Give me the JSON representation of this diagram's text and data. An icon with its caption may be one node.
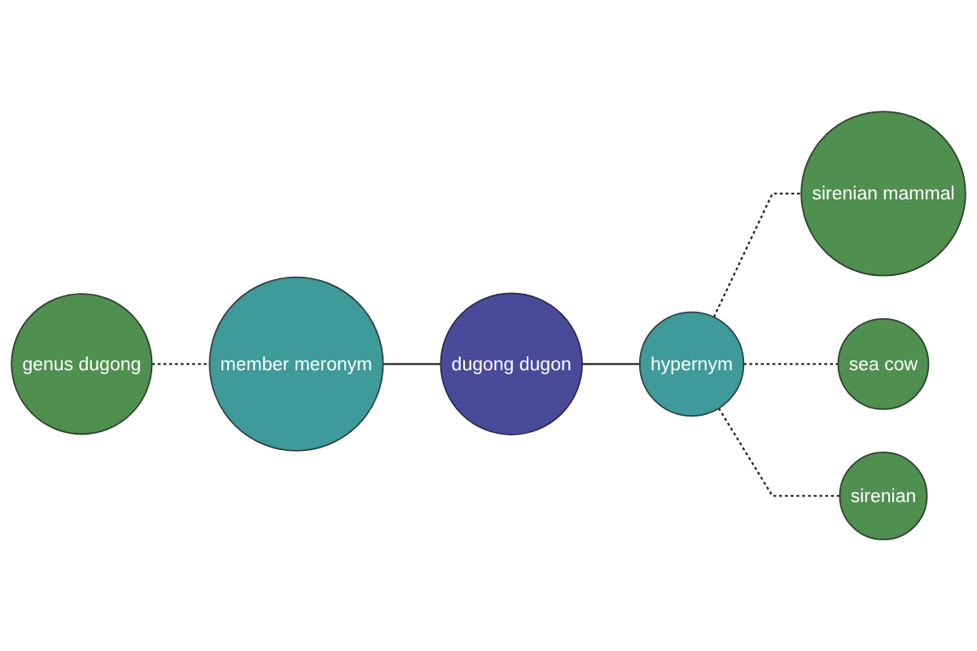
{
  "diagram": {
    "nodes": [
      {
        "text": [
          "sirenian mammal"
        ]
      },
      {
        "text": [
          "sea cow"
        ]
      },
      {
        "text": [
          "hypernym"
        ]
      },
      {
        "text": [
          "sirenian"
        ]
      },
      {
        "text": [
          "genus dugong"
        ]
      },
      {
        "text": [
          "member meronym"
        ]
      },
      {
        "text": [
          "dugong dugon"
        ]
      }
    ],
    "edges": [
      {
        "from": 4,
        "to": 5,
        "arrow": "none",
        "style": "dashed"
      },
      {
        "from": 5,
        "to": 6,
        "arrow": "none"
      },
      {
        "from": 6,
        "to": 2,
        "arrow": "none"
      },
      {
        "from": 2,
        "to": 0,
        "arrow": "none",
        "style": "dashed"
      },
      {
        "from": 2,
        "to": 1,
        "arrow": "none",
        "style": "dashed"
      },
      {
        "from": 2,
        "to": 3,
        "arrow": "none",
        "style": "dashed"
      }
    ]
  }
}
